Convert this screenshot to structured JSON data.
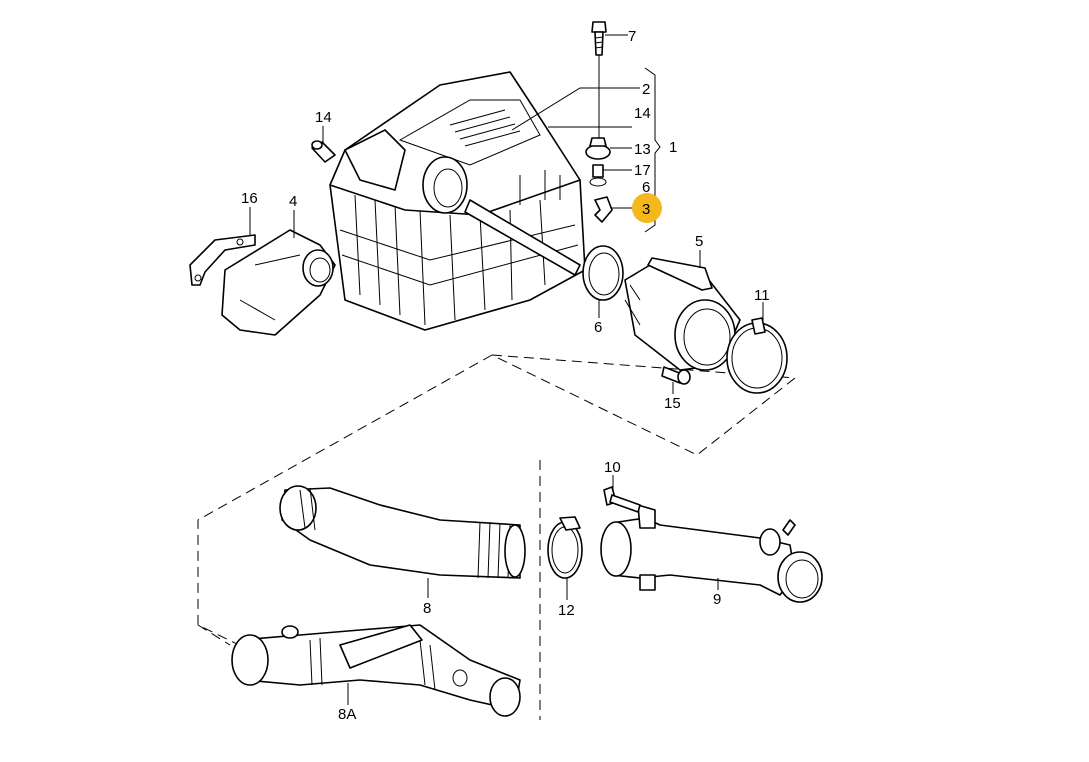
{
  "diagram": {
    "highlight_color": "#f4b81d",
    "labels": {
      "p1": "1",
      "p2": "2",
      "p3": "3",
      "p4": "4",
      "p5": "5",
      "p6a": "6",
      "p6b": "6",
      "p7": "7",
      "p8": "8",
      "p8a": "8A",
      "p9": "9",
      "p10": "10",
      "p11": "11",
      "p12": "12",
      "p13": "13",
      "p14a": "14",
      "p14b": "14",
      "p15": "15",
      "p16": "16",
      "p17": "17"
    },
    "highlighted_part": "3"
  }
}
